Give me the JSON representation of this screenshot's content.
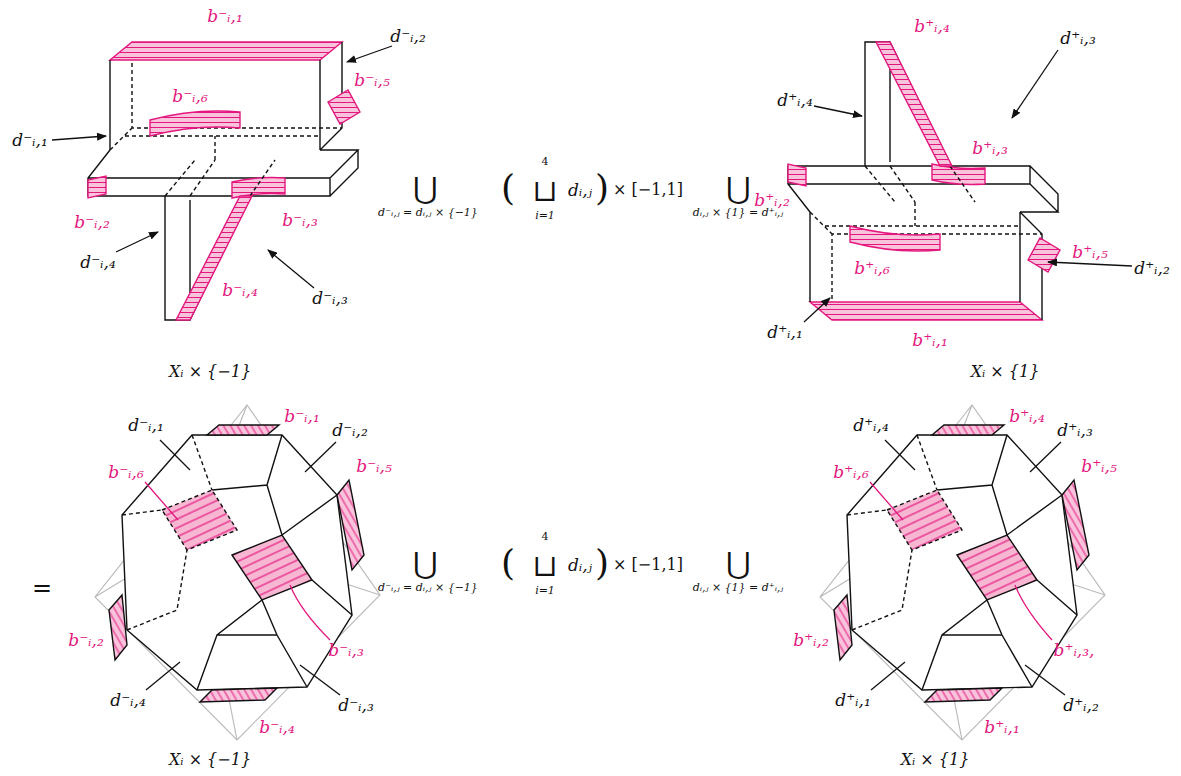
{
  "diagram": {
    "labels": [
      "b⁻ᵢ,₁",
      "d⁻ᵢ,₂",
      "b⁻ᵢ,₆",
      "b⁻ᵢ,₅",
      "d⁻ᵢ,₁",
      "b⁻ᵢ,₂",
      "b⁻ᵢ,₃",
      "d⁻ᵢ,₄",
      "d⁻ᵢ,₃",
      "b⁻ᵢ,₄",
      "Xᵢ × {−1}",
      "⋃",
      "d⁻ᵢ,ⱼ = dᵢ,ⱼ × {−1}",
      "(",
      "⊔",
      "4",
      "i=1",
      "dᵢ,ⱼ",
      ")",
      "× [−1,1]",
      "⋃",
      "dᵢ,ⱼ × {1} = d⁺ᵢ,ⱼ",
      "b⁺ᵢ,₄",
      "d⁺ᵢ,₃",
      "d⁺ᵢ,₄",
      "b⁺ᵢ,₅",
      "b⁺ᵢ,₆",
      "b⁺ᵢ,₂",
      "b⁺ᵢ,₃",
      "d⁺ᵢ,₂",
      "d⁺ᵢ,₁",
      "b⁺ᵢ,₁",
      "Xᵢ × {1}",
      "=",
      "d⁻ᵢ,₁",
      "b⁻ᵢ,₁",
      "d⁻ᵢ,₂",
      "b⁻ᵢ,₆",
      "b⁻ᵢ,₅",
      "b⁻ᵢ,₂",
      "b⁻ᵢ,₃",
      "d⁻ᵢ,₄",
      "b⁻ᵢ,₄",
      "d⁻ᵢ,₃",
      "Xᵢ × {−1}",
      "⋃",
      "d⁻ᵢ,ⱼ = dᵢ,ⱼ × {−1}",
      "(",
      "⊔",
      "4",
      "i=1",
      "dᵢ,ⱼ",
      ")",
      "× [−1,1]",
      "⋃",
      "dᵢ,ⱼ × {1} = d⁺ᵢ,ⱼ",
      "d⁺ᵢ,₄",
      "b⁺ᵢ,₄",
      "d⁺ᵢ,₃",
      "b⁺ᵢ,₆",
      "b⁺ᵢ,₅",
      "b⁺ᵢ,₂",
      "b⁺ᵢ,₃,",
      "d⁺ᵢ,₁",
      "b⁺ᵢ,₁",
      "d⁺ᵢ,₂",
      "Xᵢ × {1}"
    ]
  }
}
